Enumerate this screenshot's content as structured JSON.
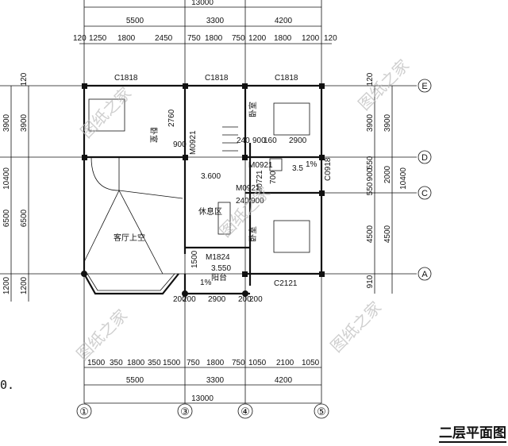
{
  "title": "二层平面图",
  "stray_text": "0.",
  "watermark": "图纸之家",
  "top_dims": {
    "total": "13000",
    "spans": [
      "5500",
      "3300",
      "4200"
    ],
    "detail": [
      "120",
      "1250",
      "1800",
      "2450",
      "750",
      "1800",
      "750",
      "1200",
      "1800",
      "1200",
      "120"
    ]
  },
  "bottom_dims": {
    "total": "13000",
    "spans": [
      "5500",
      "3300",
      "4200"
    ],
    "detail": [
      "1500",
      "350",
      "1800",
      "350",
      "1500",
      "750",
      "1800",
      "750",
      "1050",
      "2100",
      "1050"
    ]
  },
  "left_dims": {
    "total": "10400",
    "spans": [
      "3900",
      "6500",
      "1200"
    ],
    "detail": [
      "120",
      "3900",
      "6500",
      "1200"
    ]
  },
  "right_dims": {
    "total": "10400",
    "spans": [
      "3900",
      "2000",
      "4500",
      "910"
    ],
    "detail": [
      "120",
      "3900",
      "550",
      "900",
      "550",
      "4500"
    ]
  },
  "axes_x": [
    "①",
    "③",
    "④",
    "⑤"
  ],
  "axes_y": [
    "E",
    "D",
    "C",
    "A"
  ],
  "windows": {
    "top1": "C1818",
    "top2": "C1818",
    "top3": "C1818",
    "bottom": "C2121",
    "bath": "C0918"
  },
  "doors": [
    "M0921",
    "M0921",
    "M0921",
    "M0721",
    "M1824"
  ],
  "rooms": {
    "bedroom": "卧室",
    "living_void": "客厅上空",
    "lounge": "休息区",
    "balcony": "阳台"
  },
  "elevations": [
    "3.600",
    "3.550",
    "3.5"
  ],
  "slopes": [
    "1%",
    "1%"
  ],
  "small_dims": [
    "2760",
    "900",
    "240",
    "900",
    "160",
    "2900",
    "700",
    "240",
    "900",
    "1500",
    "200",
    "200",
    "2900",
    "200",
    "200"
  ]
}
